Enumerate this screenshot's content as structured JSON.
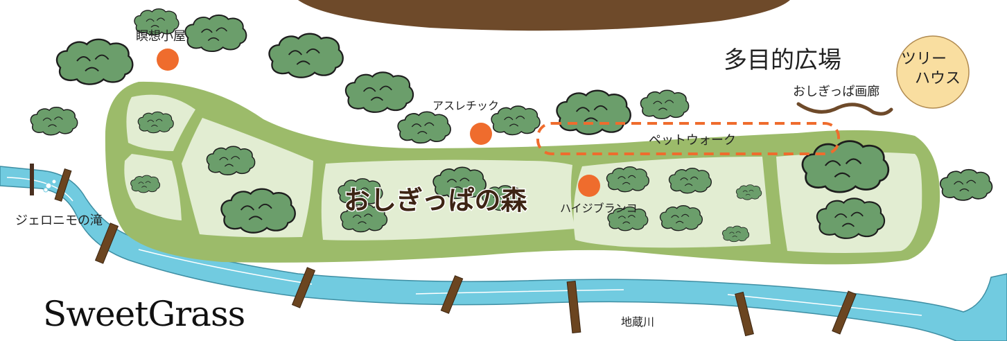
{
  "labels": {
    "meisou": "瞑想小屋",
    "tamokuteki": "多目的広場",
    "treehouse_1": "ツリー",
    "treehouse_2": "ハウス",
    "gallery": "おしぎっぱ画廊",
    "athletic": "アスレチック",
    "petwalk": "ペットウォーク",
    "forest": "おしぎっぱの森",
    "swing": "ハイジブランコ",
    "waterfall": "ジェロニモの滝",
    "river": "地蔵川",
    "logo": "SweetGrass"
  },
  "colors": {
    "outer_path": "#9cbb6a",
    "inner_lawn": "#e2edd2",
    "tree": "#6b9e6b",
    "tree_stroke": "#1d1d1d",
    "river": "#71cbe0",
    "earth": "#6e4a2a",
    "poi_marker": "#ef6c2d",
    "dashed_route": "#ef6c2d",
    "treehouse": "#f9dea0",
    "gallery_path": "#6e4a2a"
  },
  "icons": [
    "tree-icon",
    "poi-marker-icon",
    "post-icon"
  ]
}
